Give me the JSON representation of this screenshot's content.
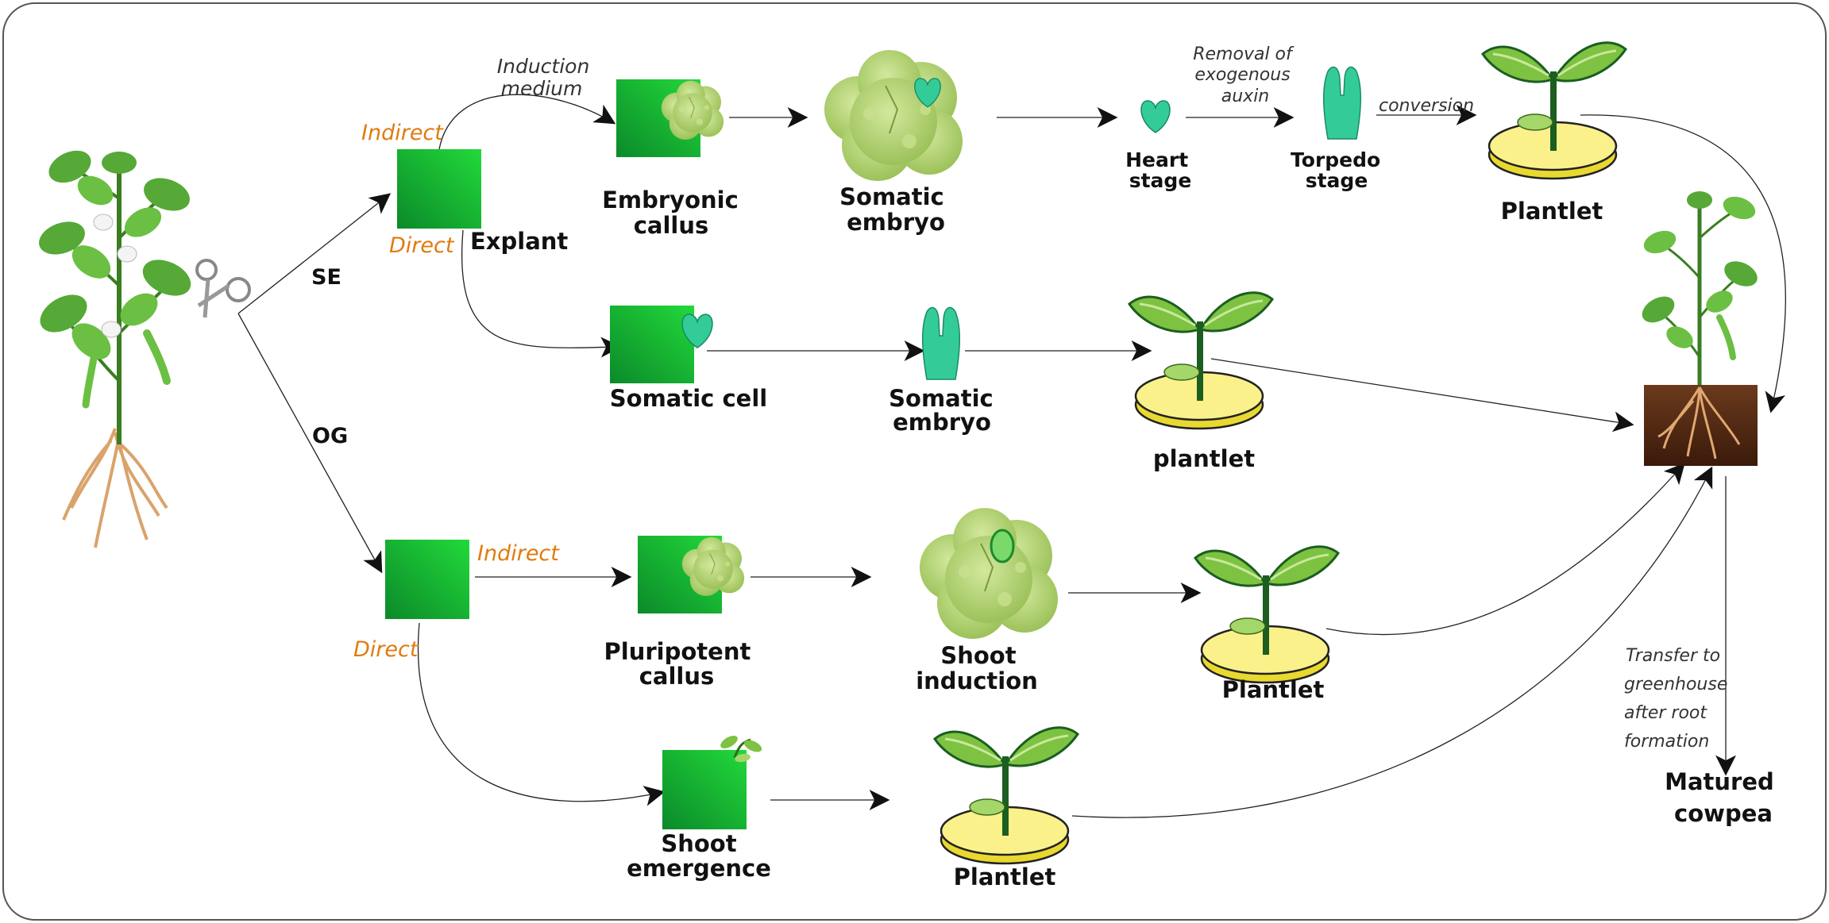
{
  "colors": {
    "explant_green_light": "#22d93a",
    "explant_green_dark": "#0b8a2a",
    "callus": "#b5d47a",
    "embryo_teal": "#33cc99",
    "leaf": "#7dc241",
    "dish": "#fbf18a",
    "soil": "#4a2512",
    "accent_orange": "#e07b10"
  },
  "pathways": {
    "se": "SE",
    "og": "OG"
  },
  "explant": {
    "label": "Explant"
  },
  "routes": {
    "se_indirect": "Indirect",
    "se_direct": "Direct",
    "og_indirect": "Indirect",
    "og_direct": "Direct"
  },
  "notes": {
    "induction_medium": [
      "Induction",
      "medium"
    ],
    "removal_auxin": [
      "Removal of",
      "exogenous",
      "auxin"
    ],
    "conversion": "conversion",
    "transfer": [
      "Transfer to",
      "greenhouse",
      "after root",
      "formation"
    ]
  },
  "labels": {
    "embryonic_callus": [
      "Embryonic",
      "callus"
    ],
    "somatic_embryo_1": [
      "Somatic",
      "embryo"
    ],
    "heart_stage": [
      "Heart",
      "stage"
    ],
    "torpedo_stage": [
      "Torpedo",
      "stage"
    ],
    "plantlet_1": "Plantlet",
    "somatic_cell": "Somatic cell",
    "somatic_embryo_2": [
      "Somatic",
      "embryo"
    ],
    "plantlet_2": "plantlet",
    "pluripotent_callus": [
      "Pluripotent",
      "callus"
    ],
    "shoot_induction": [
      "Shoot",
      "induction"
    ],
    "plantlet_3": "Plantlet",
    "shoot_emergence": [
      "Shoot",
      "emergence"
    ],
    "plantlet_4": "Plantlet",
    "matured_cowpea": [
      "Matured",
      "cowpea"
    ]
  }
}
